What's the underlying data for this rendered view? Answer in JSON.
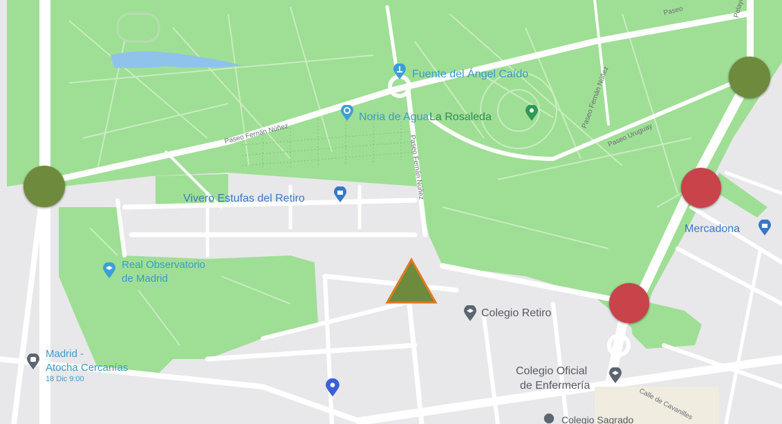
{
  "colors": {
    "park": "#9fde95",
    "park_path": "#c9ecc1",
    "road": "#ffffff",
    "background": "#e8e8ea",
    "water": "#8fc3ec",
    "marker_green": "#6e8a3c",
    "marker_red": "#c9434a",
    "triangle_fill": "#6e8a3c",
    "triangle_stroke": "#e07a1e"
  },
  "places": {
    "fuente": "Fuente del Ángel Caído",
    "noria": "Noria de Agua",
    "rosaleda": "La Rosaleda",
    "vivero": "Vivero Estufas del Retiro",
    "observatorio_line1": "Real Observatorio",
    "observatorio_line2": "de Madrid",
    "colegio_retiro": "Colegio Retiro",
    "mercadona": "Mercadona",
    "atocha_line1": "Madrid -",
    "atocha_line2": "Atocha Cercanías",
    "atocha_time": "18 Dic 9:00",
    "enfermeria_line1": "Colegio Oficial",
    "enfermeria_line2": "de Enfermería",
    "colegio_sagrado": "Colegio Sagrado"
  },
  "streets": {
    "paseo_fernan_1": "Paseo Fernán Núñez",
    "paseo_fernan_2": "Paseo Fernán Núñez",
    "paseo_fernan_3": "Paseo Fernán Núñez",
    "paseo_uruguay": "Paseo Uruguay",
    "calle_pelayo": "Pelayo",
    "calle_cava": "Calle de Cavanilles",
    "paseo_top": "Paseo"
  },
  "icons": {
    "fountain": "fountain-icon",
    "waterwheel": "water-wheel-icon",
    "flower": "flower-icon",
    "shop": "shopping-bag-icon",
    "school": "school-icon",
    "transit": "transit-icon",
    "pin": "location-pin-icon"
  },
  "markers": {
    "green_circles": 2,
    "red_circles": 2,
    "triangles": 1
  }
}
